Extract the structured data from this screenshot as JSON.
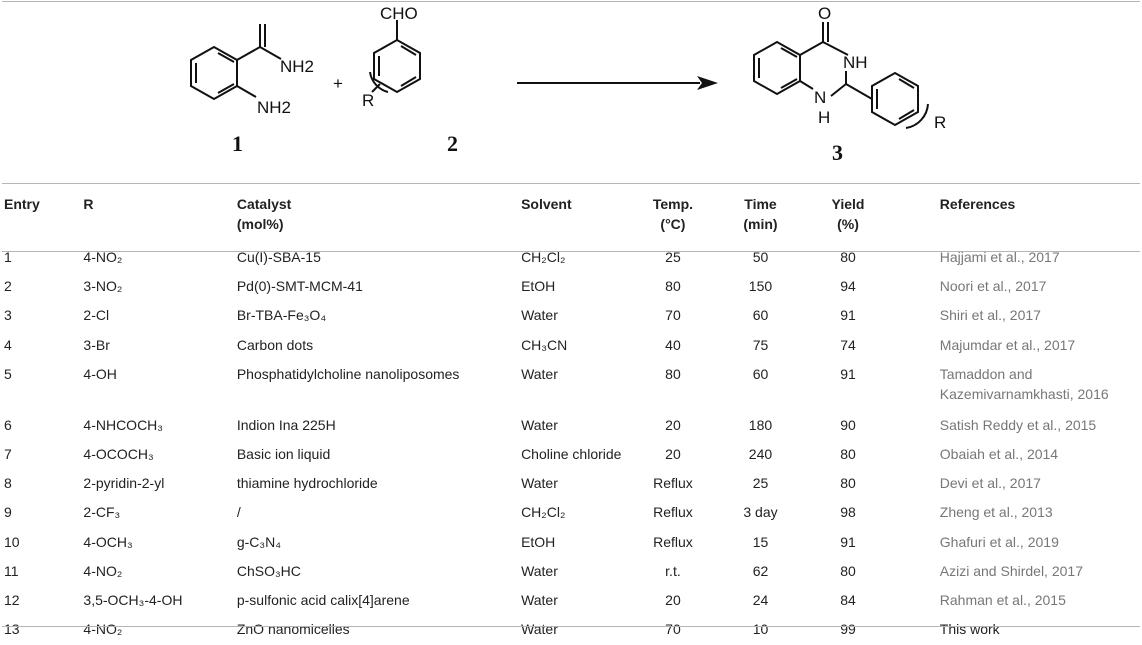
{
  "scheme": {
    "compound1": {
      "number": "1",
      "groups": [
        "NH2",
        "NH2"
      ]
    },
    "plus": "+",
    "compound2": {
      "number": "2",
      "groups": [
        "CHO",
        "R"
      ]
    },
    "compound3": {
      "number": "3",
      "groups": [
        "O",
        "NH",
        "N",
        "H",
        "R"
      ]
    }
  },
  "table": {
    "headers": {
      "entry": "Entry",
      "r": "R",
      "catalyst": [
        "Catalyst",
        "(mol%)"
      ],
      "solvent": "Solvent",
      "temp": [
        "Temp.",
        "(°C)"
      ],
      "time": [
        "Time",
        "(min)"
      ],
      "yield": [
        "Yield",
        "(%)"
      ],
      "references": "References"
    },
    "rows": [
      {
        "entry": "1",
        "r": "4-NO₂",
        "catalyst": "Cu(I)-SBA-15",
        "solvent": "CH₂Cl₂",
        "temp": "25",
        "time": "50",
        "yield": "80",
        "ref": "Hajjami et al., 2017"
      },
      {
        "entry": "2",
        "r": "3-NO₂",
        "catalyst": "Pd(0)-SMT-MCM-41",
        "solvent": "EtOH",
        "temp": "80",
        "time": "150",
        "yield": "94",
        "ref": "Noori et al., 2017"
      },
      {
        "entry": "3",
        "r": "2-Cl",
        "catalyst": "Br-TBA-Fe₃O₄",
        "solvent": "Water",
        "temp": "70",
        "time": "60",
        "yield": "91",
        "ref": "Shiri et al., 2017"
      },
      {
        "entry": "4",
        "r": "3-Br",
        "catalyst": "Carbon dots",
        "solvent": "CH₃CN",
        "temp": "40",
        "time": "75",
        "yield": "74",
        "ref": "Majumdar et al., 2017"
      },
      {
        "entry": "5",
        "r": "4-OH",
        "catalyst": "Phosphatidylcholine nanoliposomes",
        "solvent": "Water",
        "temp": "80",
        "time": "60",
        "yield": "91",
        "ref": "Tamaddon and",
        "ref2": "Kazemivarnamkhasti, 2016"
      },
      {
        "entry": "6",
        "r": "4-NHCOCH₃",
        "catalyst": "Indion Ina 225H",
        "solvent": "Water",
        "temp": "20",
        "time": "180",
        "yield": "90",
        "ref": "Satish Reddy et al., 2015"
      },
      {
        "entry": "7",
        "r": "4-OCOCH₃",
        "catalyst": "Basic ion liquid",
        "solvent": "Choline chloride",
        "temp": "20",
        "time": "240",
        "yield": "80",
        "ref": "Obaiah et al., 2014"
      },
      {
        "entry": "8",
        "r": "2-pyridin-2-yl",
        "catalyst": "thiamine hydrochloride",
        "solvent": "Water",
        "temp": "Reflux",
        "time": "25",
        "yield": "80",
        "ref": "Devi et al., 2017"
      },
      {
        "entry": "9",
        "r": "2-CF₃",
        "catalyst": "/",
        "solvent": "CH₂Cl₂",
        "temp": "Reflux",
        "time": "3 day",
        "yield": "98",
        "ref": "Zheng et al., 2013"
      },
      {
        "entry": "10",
        "r": "4-OCH₃",
        "catalyst": "g-C₃N₄",
        "solvent": "EtOH",
        "temp": "Reflux",
        "time": "15",
        "yield": "91",
        "ref": "Ghafuri et al., 2019"
      },
      {
        "entry": "11",
        "r": "4-NO₂",
        "catalyst": "ChSO₃HC",
        "solvent": "Water",
        "temp": "r.t.",
        "time": "62",
        "yield": "80",
        "ref": "Azizi and Shirdel, 2017"
      },
      {
        "entry": "12",
        "r": "3,5-OCH₃-4-OH",
        "catalyst": "p-sulfonic acid calix[4]arene",
        "solvent": "Water",
        "temp": "20",
        "time": "24",
        "yield": "84",
        "ref": "Rahman et al., 2015"
      },
      {
        "entry": "13",
        "r": "4-NO₂",
        "catalyst": "ZnO nanomicelles",
        "solvent": "Water",
        "temp": "70",
        "time": "10",
        "yield": "99",
        "ref": "This work"
      }
    ]
  }
}
